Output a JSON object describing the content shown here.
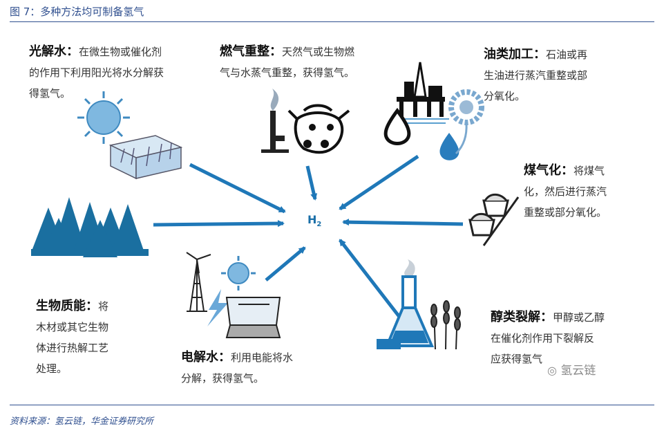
{
  "figure": {
    "title": "图 7：多种方法均可制备氢气",
    "source": "资料来源：氢云链，华金证券研究所",
    "watermark": "氢云链"
  },
  "center": {
    "main": "H",
    "sub": "2"
  },
  "methods": {
    "photolysis": {
      "name": "光解水：",
      "l1": "在微生物或催化剂",
      "l2": "的作用下利用阳光将水分解获",
      "l3": "得氢气。"
    },
    "gas_reform": {
      "name": "燃气重整：",
      "l1": "天然气或生物燃",
      "l2": "气与水蒸气重整，获得氢气。"
    },
    "oil": {
      "name": "油类加工：",
      "l1": "石油或再",
      "l2": "生油进行蒸汽重整或部",
      "l3": "分氧化。"
    },
    "coal": {
      "name": "煤气化：",
      "l1": "将煤气",
      "l2": "化，然后进行蒸汽",
      "l3": "重整或部分氧化。"
    },
    "biomass": {
      "name": "生物质能：",
      "l1": "将",
      "l2": "木材或其它生物",
      "l3": "体进行热解工艺",
      "l4": "处理。"
    },
    "electrolysis": {
      "name": "电解水：",
      "l1": "利用电能将水",
      "l2": "分解，获得氢气。"
    },
    "alcohol": {
      "name": "醇类裂解：",
      "l1": "甲醇或乙醇",
      "l2": "在催化剂作用下裂解反",
      "l3": "应获得氢气"
    }
  },
  "colors": {
    "arrow": "#1f78b8",
    "accent": "#2f4f8f",
    "tree": "#1a6fa0"
  }
}
